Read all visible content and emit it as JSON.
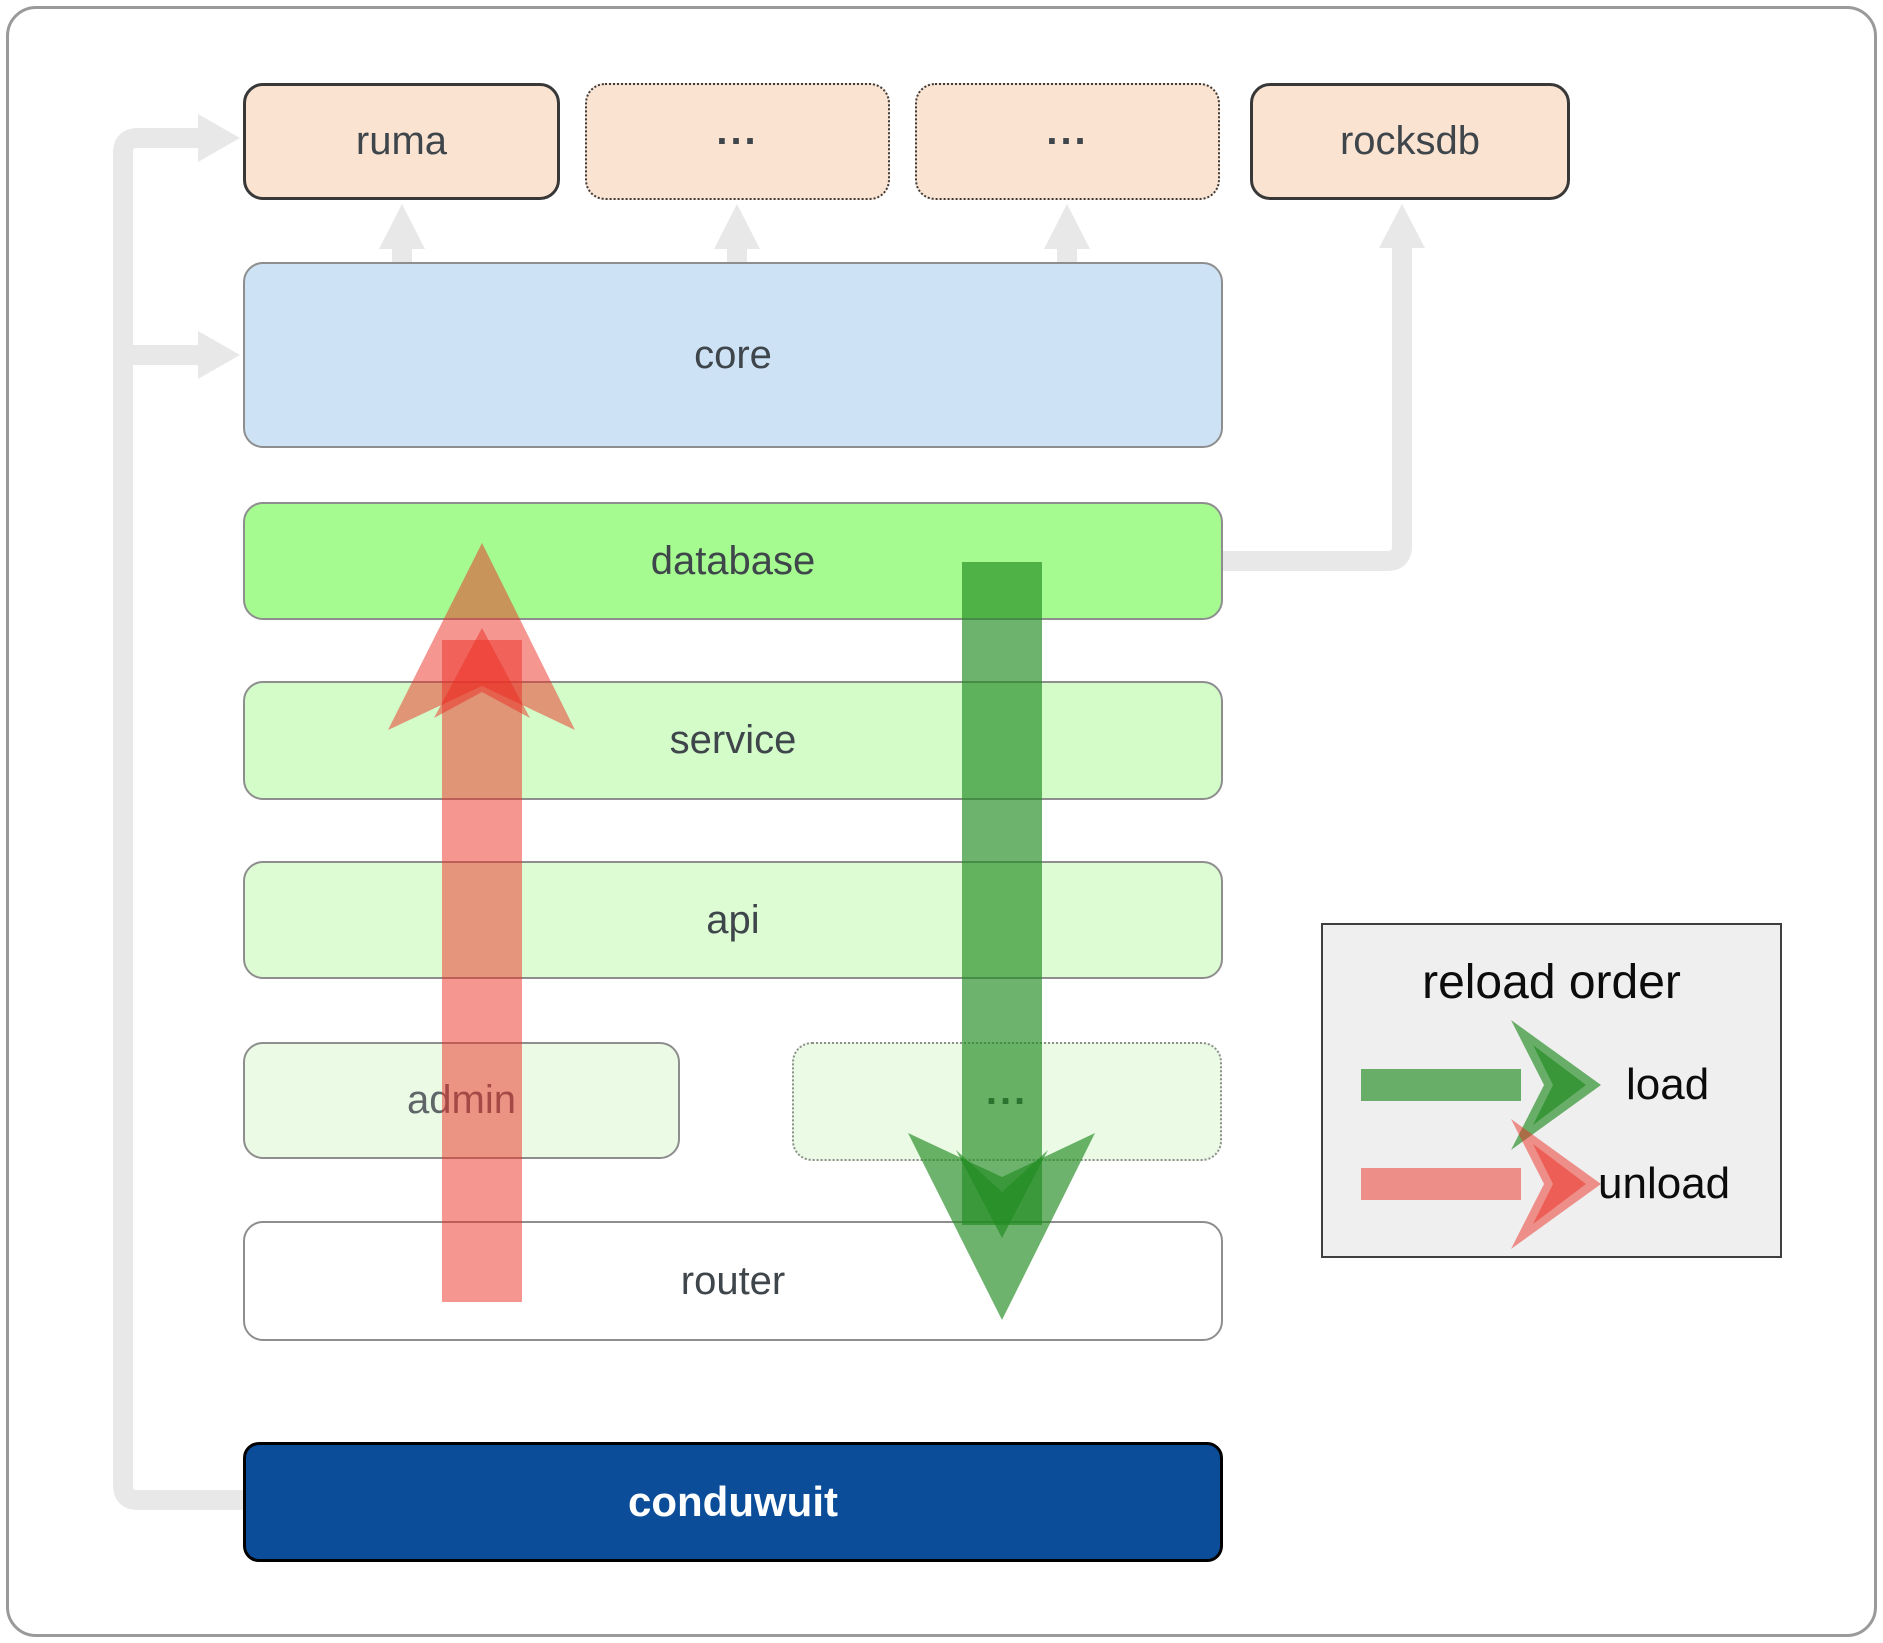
{
  "nodes": {
    "ruma": {
      "label": "ruma"
    },
    "crates_more_1": {
      "label": "..."
    },
    "crates_more_2": {
      "label": "..."
    },
    "rocksdb": {
      "label": "rocksdb"
    },
    "core": {
      "label": "core"
    },
    "database": {
      "label": "database"
    },
    "service": {
      "label": "service"
    },
    "api": {
      "label": "api"
    },
    "admin": {
      "label": "admin"
    },
    "service_more": {
      "label": "..."
    },
    "router": {
      "label": "router"
    },
    "conduwuit": {
      "label": "conduwuit"
    }
  },
  "edges": [
    {
      "from": "conduwuit",
      "to": "ruma"
    },
    {
      "from": "conduwuit",
      "to": "core"
    },
    {
      "from": "core",
      "to": "ruma"
    },
    {
      "from": "core",
      "to": "crates_more_1"
    },
    {
      "from": "core",
      "to": "crates_more_2"
    },
    {
      "from": "database",
      "to": "rocksdb"
    },
    {
      "kind": "load",
      "from": "database",
      "to": "router"
    },
    {
      "kind": "unload",
      "from": "router",
      "to": "database"
    }
  ],
  "legend": {
    "title": "reload order",
    "items": [
      {
        "label": "load",
        "color": "#228b22"
      },
      {
        "label": "unload",
        "color": "#eb2d23"
      }
    ]
  },
  "palette": {
    "crate_box_fill": "#fbe3d1",
    "core_fill": "#cee2f6",
    "database_fill": "#a5fb8f",
    "service_fill": "#d3fcc9",
    "api_fill": "#defcd4",
    "admin_fill": "#ebfae5",
    "router_fill": "#ffffff",
    "conduwuit_fill": "#0b4d99",
    "connector_gray": "#e8e8e8",
    "load_arrow_green": "#228b22",
    "unload_arrow_red": "#eb2d23",
    "legend_bg": "#efefef"
  }
}
